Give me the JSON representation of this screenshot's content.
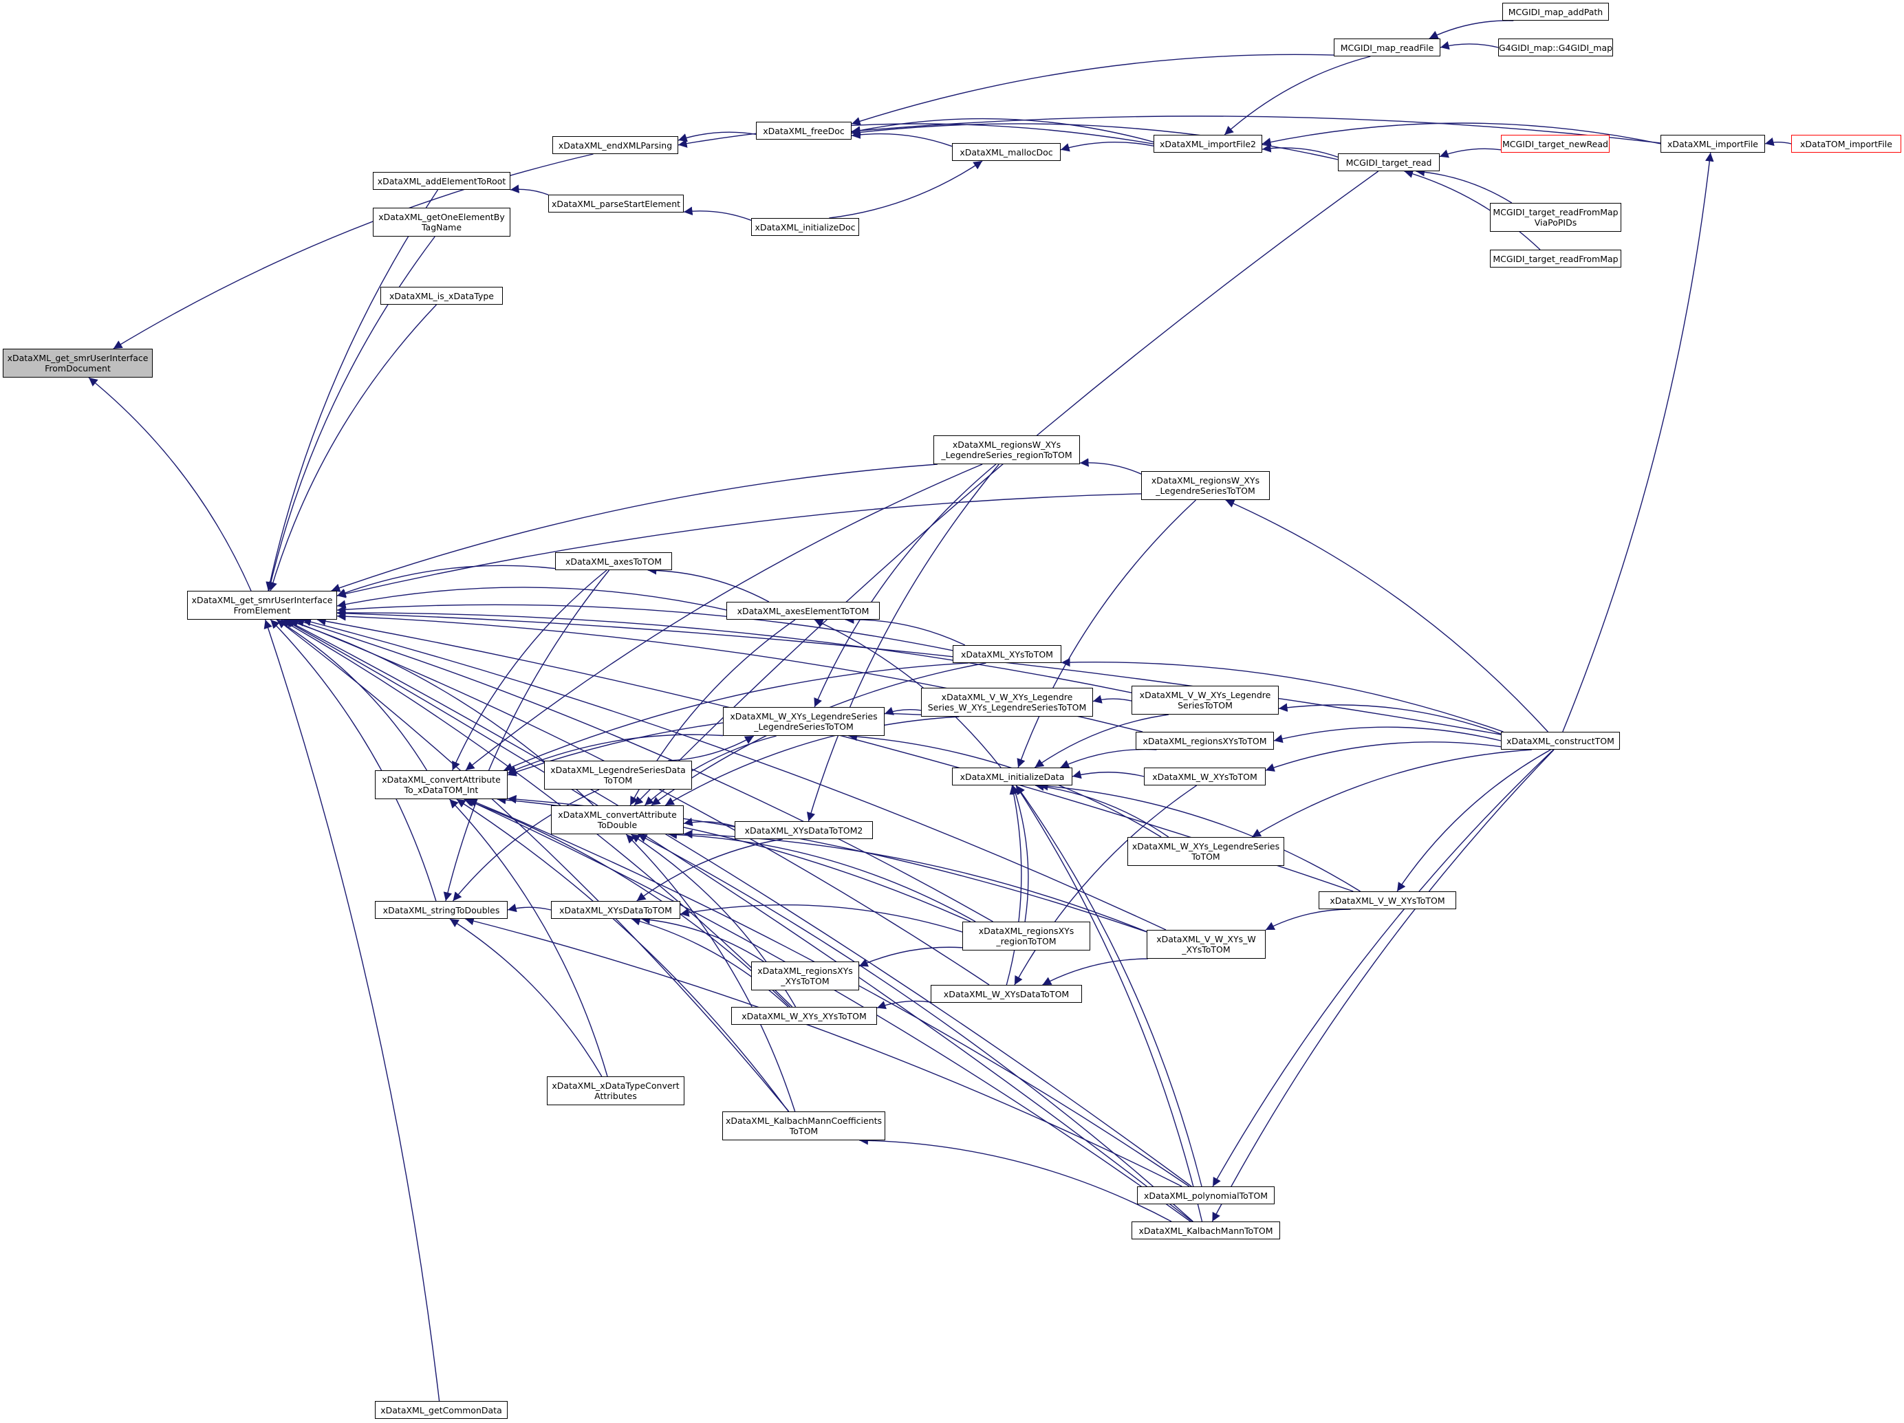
{
  "colors": {
    "edge": "#191970",
    "node_border": "#000000",
    "focus_fill": "#bfbfbf",
    "external_border": "#ff0000"
  },
  "nodes": [
    {
      "id": "getSmr",
      "lines": [
        "xDataXML_get_smrUserInterface",
        "FromDocument"
      ],
      "focus": true
    },
    {
      "id": "getSmrEl",
      "lines": [
        "xDataXML_get_smrUserInterface",
        "FromElement"
      ]
    },
    {
      "id": "endParse",
      "lines": [
        "xDataXML_endXMLParsing"
      ]
    },
    {
      "id": "addRoot",
      "lines": [
        "xDataXML_addElementToRoot"
      ]
    },
    {
      "id": "getOne",
      "lines": [
        "xDataXML_getOneElementBy",
        "TagName"
      ]
    },
    {
      "id": "isXD",
      "lines": [
        "xDataXML_is_xDataType"
      ]
    },
    {
      "id": "freeDoc",
      "lines": [
        "xDataXML_freeDoc"
      ]
    },
    {
      "id": "parseStart",
      "lines": [
        "xDataXML_parseStartElement"
      ]
    },
    {
      "id": "initDoc",
      "lines": [
        "xDataXML_initializeDoc"
      ]
    },
    {
      "id": "mallocDoc",
      "lines": [
        "xDataXML_mallocDoc"
      ]
    },
    {
      "id": "import2",
      "lines": [
        "xDataXML_importFile2"
      ]
    },
    {
      "id": "mapRead",
      "lines": [
        "MCGIDI_map_readFile"
      ]
    },
    {
      "id": "mapAdd",
      "lines": [
        "MCGIDI_map_addPath"
      ]
    },
    {
      "id": "g4map",
      "lines": [
        "G4GIDI_map::G4GIDI_map"
      ]
    },
    {
      "id": "targetRead",
      "lines": [
        "MCGIDI_target_read"
      ]
    },
    {
      "id": "newRead",
      "lines": [
        "MCGIDI_target_newRead"
      ],
      "external": true
    },
    {
      "id": "readMapPo",
      "lines": [
        "MCGIDI_target_readFromMap",
        "ViaPoPIDs"
      ]
    },
    {
      "id": "readMap",
      "lines": [
        "MCGIDI_target_readFromMap"
      ]
    },
    {
      "id": "importFile",
      "lines": [
        "xDataXML_importFile"
      ]
    },
    {
      "id": "tomImport",
      "lines": [
        "xDataTOM_importFile"
      ],
      "external": true
    },
    {
      "id": "constructTOM",
      "lines": [
        "xDataXML_constructTOM"
      ]
    },
    {
      "id": "rwRegion",
      "lines": [
        "xDataXML_regionsW_XYs",
        "_LegendreSeries_regionToTOM"
      ]
    },
    {
      "id": "rwLeg",
      "lines": [
        "xDataXML_regionsW_XYs",
        "_LegendreSeriesToTOM"
      ]
    },
    {
      "id": "axesTOM",
      "lines": [
        "xDataXML_axesToTOM"
      ]
    },
    {
      "id": "axesEl",
      "lines": [
        "xDataXML_axesElementToTOM"
      ]
    },
    {
      "id": "xysTOM",
      "lines": [
        "xDataXML_XYsToTOM"
      ]
    },
    {
      "id": "wxyLeg",
      "lines": [
        "xDataXML_W_XYs_LegendreSeries",
        "_LegendreSeriesToTOM"
      ]
    },
    {
      "id": "vwxyLegW",
      "lines": [
        "xDataXML_V_W_XYs_Legendre",
        "Series_W_XYs_LegendreSeriesToTOM"
      ]
    },
    {
      "id": "vwxyLeg",
      "lines": [
        "xDataXML_V_W_XYs_Legendre",
        "SeriesToTOM"
      ]
    },
    {
      "id": "convInt",
      "lines": [
        "xDataXML_convertAttribute",
        "To_xDataTOM_Int"
      ]
    },
    {
      "id": "legData",
      "lines": [
        "xDataXML_LegendreSeriesData",
        "ToTOM"
      ]
    },
    {
      "id": "convDbl",
      "lines": [
        "xDataXML_convertAttribute",
        "ToDouble"
      ]
    },
    {
      "id": "initData",
      "lines": [
        "xDataXML_initializeData"
      ]
    },
    {
      "id": "rxyTOM",
      "lines": [
        "xDataXML_regionsXYsToTOM"
      ]
    },
    {
      "id": "wxyTOM",
      "lines": [
        "xDataXML_W_XYsToTOM"
      ]
    },
    {
      "id": "xyd2",
      "lines": [
        "xDataXML_XYsDataToTOM2"
      ]
    },
    {
      "id": "wxyLegTOM",
      "lines": [
        "xDataXML_W_XYs_LegendreSeries",
        "ToTOM"
      ]
    },
    {
      "id": "vwTOM",
      "lines": [
        "xDataXML_V_W_XYsToTOM"
      ]
    },
    {
      "id": "str2d",
      "lines": [
        "xDataXML_stringToDoubles"
      ]
    },
    {
      "id": "xydTOM",
      "lines": [
        "xDataXML_XYsDataToTOM"
      ]
    },
    {
      "id": "rxyRegion",
      "lines": [
        "xDataXML_regionsXYs",
        "_regionToTOM"
      ]
    },
    {
      "id": "vwxyw",
      "lines": [
        "xDataXML_V_W_XYs_W",
        "_XYsToTOM"
      ]
    },
    {
      "id": "rxyXys",
      "lines": [
        "xDataXML_regionsXYs",
        "_XYsToTOM"
      ]
    },
    {
      "id": "wxydTOM",
      "lines": [
        "xDataXML_W_XYsDataToTOM"
      ]
    },
    {
      "id": "wxyxy",
      "lines": [
        "xDataXML_W_XYs_XYsToTOM"
      ]
    },
    {
      "id": "typeConv",
      "lines": [
        "xDataXML_xDataTypeConvert",
        "Attributes"
      ]
    },
    {
      "id": "kmCoef",
      "lines": [
        "xDataXML_KalbachMannCoefficients",
        "ToTOM"
      ]
    },
    {
      "id": "polyTOM",
      "lines": [
        "xDataXML_polynomialToTOM"
      ]
    },
    {
      "id": "kmTOM",
      "lines": [
        "xDataXML_KalbachMannToTOM"
      ]
    },
    {
      "id": "common",
      "lines": [
        "xDataXML_getCommonData"
      ]
    }
  ],
  "edges": [
    [
      "getSmrEl",
      "getSmr"
    ],
    [
      "endParse",
      "getSmr"
    ],
    [
      "freeDoc",
      "endParse"
    ],
    [
      "import2",
      "endParse"
    ],
    [
      "mapRead",
      "freeDoc"
    ],
    [
      "import2",
      "freeDoc"
    ],
    [
      "mallocDoc",
      "freeDoc"
    ],
    [
      "targetRead",
      "freeDoc"
    ],
    [
      "importFile",
      "freeDoc"
    ],
    [
      "import2",
      "mallocDoc"
    ],
    [
      "initDoc",
      "mallocDoc"
    ],
    [
      "mapRead",
      "import2"
    ],
    [
      "targetRead",
      "import2"
    ],
    [
      "importFile",
      "import2"
    ],
    [
      "mapAdd",
      "mapRead"
    ],
    [
      "g4map",
      "mapRead"
    ],
    [
      "newRead",
      "targetRead"
    ],
    [
      "readMapPo",
      "targetRead"
    ],
    [
      "readMap",
      "targetRead"
    ],
    [
      "tomImport",
      "importFile"
    ],
    [
      "constructTOM",
      "importFile"
    ],
    [
      "parseStart",
      "addRoot"
    ],
    [
      "initDoc",
      "parseStart"
    ],
    [
      "addRoot",
      "getSmrEl"
    ],
    [
      "getOne",
      "getSmrEl"
    ],
    [
      "isXD",
      "getSmrEl"
    ],
    [
      "constructTOM",
      "getSmrEl"
    ],
    [
      "rwRegion",
      "getSmrEl"
    ],
    [
      "rwLeg",
      "getSmrEl"
    ],
    [
      "axesTOM",
      "getSmrEl"
    ],
    [
      "axesEl",
      "getSmrEl"
    ],
    [
      "xysTOM",
      "getSmrEl"
    ],
    [
      "vwxyLeg",
      "getSmrEl"
    ],
    [
      "rxyTOM",
      "getSmrEl"
    ],
    [
      "convInt",
      "getSmrEl"
    ],
    [
      "convDbl",
      "getSmrEl"
    ],
    [
      "str2d",
      "getSmrEl"
    ],
    [
      "rxyRegion",
      "getSmrEl"
    ],
    [
      "vwxyw",
      "getSmrEl"
    ],
    [
      "wxydTOM",
      "getSmrEl"
    ],
    [
      "kmCoef",
      "getSmrEl"
    ],
    [
      "polyTOM",
      "getSmrEl"
    ],
    [
      "kmTOM",
      "getSmrEl"
    ],
    [
      "vwTOM",
      "getSmrEl"
    ],
    [
      "common",
      "getSmrEl"
    ],
    [
      "wxyxy",
      "getSmrEl"
    ],
    [
      "rwLeg",
      "rwRegion"
    ],
    [
      "constructTOM",
      "rwLeg"
    ],
    [
      "axesEl",
      "axesTOM"
    ],
    [
      "xysTOM",
      "axesEl"
    ],
    [
      "initData",
      "axesEl"
    ],
    [
      "constructTOM",
      "xysTOM"
    ],
    [
      "vwxyLeg",
      "vwxyLegW"
    ],
    [
      "constructTOM",
      "vwxyLeg"
    ],
    [
      "constructTOM",
      "rxyTOM"
    ],
    [
      "constructTOM",
      "wxyTOM"
    ],
    [
      "constructTOM",
      "wxyLegTOM"
    ],
    [
      "constructTOM",
      "vwTOM"
    ],
    [
      "constructTOM",
      "polyTOM"
    ],
    [
      "constructTOM",
      "kmTOM"
    ],
    [
      "vwTOM",
      "vwxyw"
    ],
    [
      "vwxyw",
      "wxydTOM"
    ],
    [
      "wxydTOM",
      "wxyxy"
    ],
    [
      "rxyRegion",
      "rxyXys"
    ],
    [
      "rxyXys",
      "xydTOM"
    ],
    [
      "rxyRegion",
      "xydTOM"
    ],
    [
      "wxyxy",
      "xydTOM"
    ],
    [
      "xydTOM",
      "str2d"
    ],
    [
      "rwRegion",
      "wxyLeg"
    ],
    [
      "vwxyLegW",
      "wxyLeg"
    ],
    [
      "wxyLegTOM",
      "wxyLeg"
    ],
    [
      "legData",
      "wxyLeg"
    ],
    [
      "rwRegion",
      "convInt"
    ],
    [
      "axesTOM",
      "convInt"
    ],
    [
      "xysTOM",
      "convInt"
    ],
    [
      "wxyLeg",
      "convInt"
    ],
    [
      "vwxyLegW",
      "convInt"
    ],
    [
      "rxyRegion",
      "convInt"
    ],
    [
      "vwxyw",
      "convInt"
    ],
    [
      "wxyxy",
      "convInt"
    ],
    [
      "typeConv",
      "convInt"
    ],
    [
      "kmCoef",
      "convInt"
    ],
    [
      "polyTOM",
      "convInt"
    ],
    [
      "kmTOM",
      "convInt"
    ],
    [
      "axesTOM",
      "str2d"
    ],
    [
      "legData",
      "str2d"
    ],
    [
      "polyTOM",
      "str2d"
    ],
    [
      "typeConv",
      "str2d"
    ],
    [
      "targetRead",
      "convDbl"
    ],
    [
      "axesEl",
      "convDbl"
    ],
    [
      "xysTOM",
      "convDbl"
    ],
    [
      "wxyLeg",
      "convDbl"
    ],
    [
      "vwxyLegW",
      "convDbl"
    ],
    [
      "xyd2",
      "convDbl"
    ],
    [
      "rxyRegion",
      "convDbl"
    ],
    [
      "vwxyw",
      "convDbl"
    ],
    [
      "wxyxy",
      "convDbl"
    ],
    [
      "kmCoef",
      "convDbl"
    ],
    [
      "kmTOM",
      "convDbl"
    ],
    [
      "rwLeg",
      "initData"
    ],
    [
      "vwxyLeg",
      "initData"
    ],
    [
      "rxyTOM",
      "initData"
    ],
    [
      "wxyTOM",
      "initData"
    ],
    [
      "wxyLegTOM",
      "initData"
    ],
    [
      "vwTOM",
      "initData"
    ],
    [
      "rxyRegion",
      "initData"
    ],
    [
      "wxydTOM",
      "initData"
    ],
    [
      "polyTOM",
      "initData"
    ],
    [
      "kmTOM",
      "initData"
    ],
    [
      "rwRegion",
      "xyd2"
    ],
    [
      "xyd2",
      "xydTOM"
    ],
    [
      "wxyTOM",
      "wxydTOM"
    ],
    [
      "kmTOM",
      "kmCoef"
    ]
  ]
}
